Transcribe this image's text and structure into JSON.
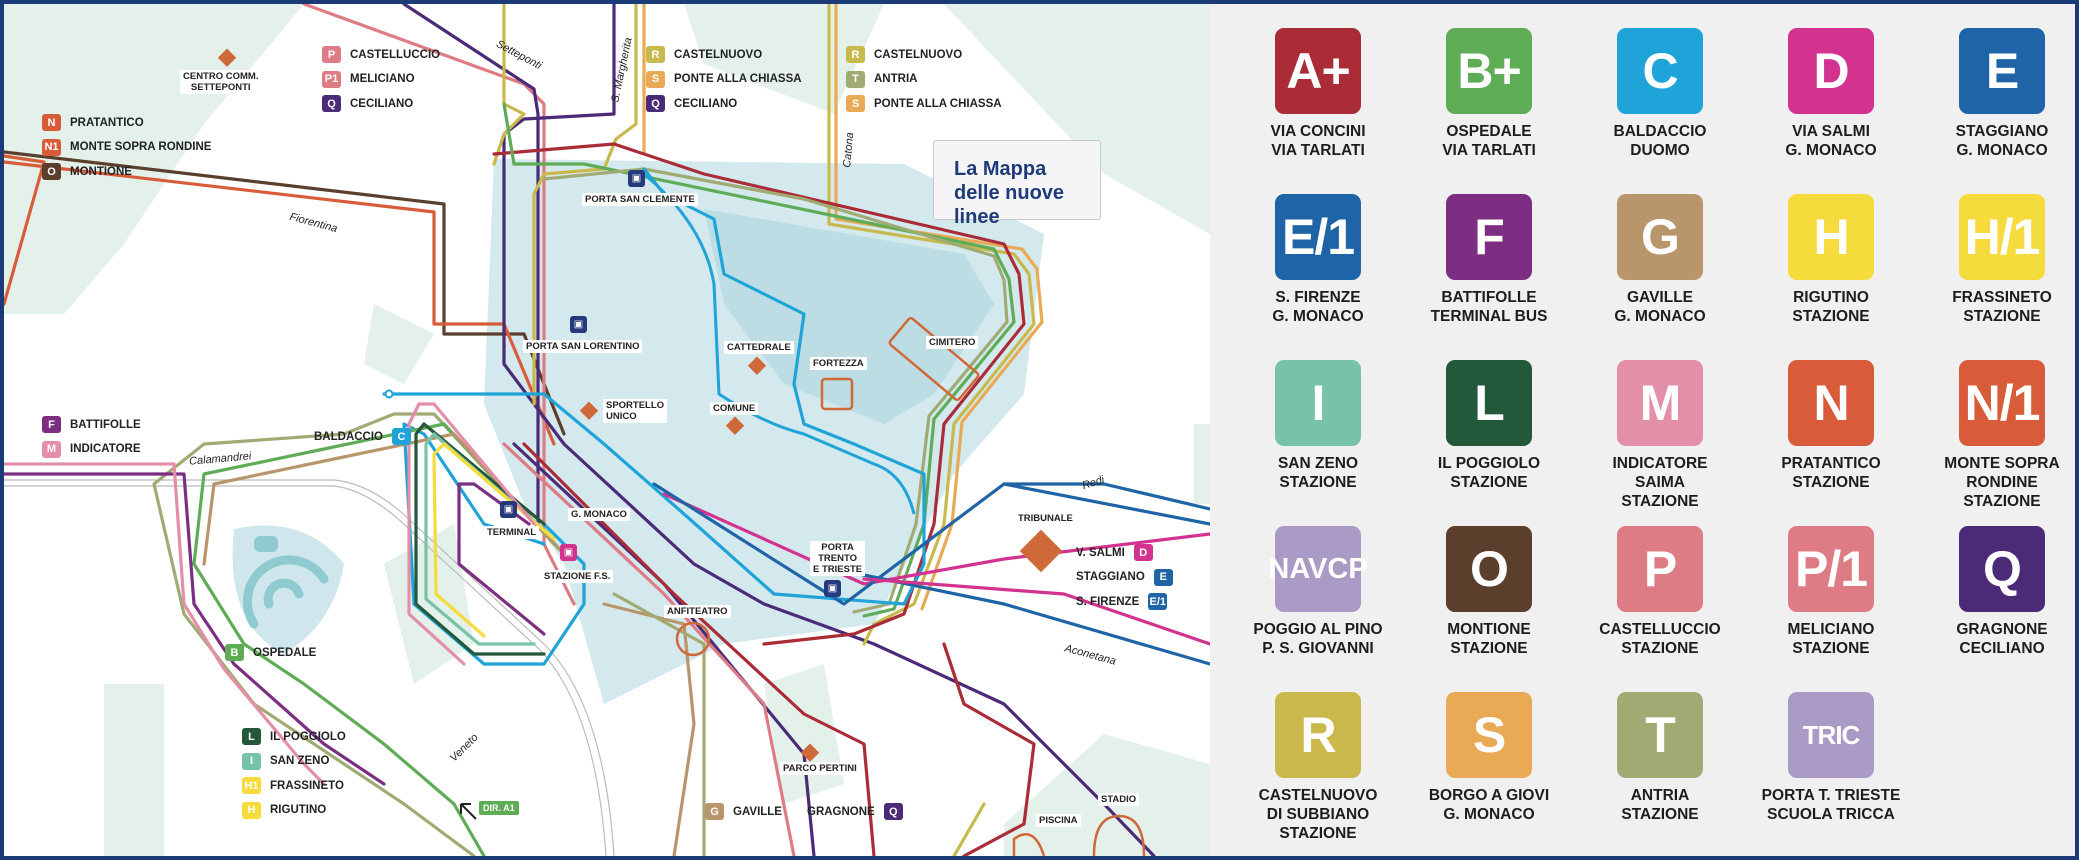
{
  "map": {
    "title_line1": "La Mappa",
    "title_line2": "delle nuove linee",
    "streets": [
      "Setteponti",
      "S. Margherita",
      "Catona",
      "Fiorentina",
      "Calamandrei",
      "Redi",
      "Aconetana",
      "Veneto"
    ],
    "places": {
      "centro_comm": "CENTRO COMM.\nSETTEPONTI",
      "porta_san_clemente": "PORTA SAN CLEMENTE",
      "porta_san_lorentino": "PORTA SAN LORENTINO",
      "cattedrale": "CATTEDRALE",
      "fortezza": "FORTEZZA",
      "cimitero": "CIMITERO",
      "sportello": "SPORTELLO\nUNICO",
      "comune": "COMUNE",
      "g_monaco": "G. MONACO",
      "terminal": "TERMINAL",
      "stazione_fs": "STAZIONE F.S.",
      "porta_trento": "PORTA\nTRENTO\nE TRIESTE",
      "tribunale": "TRIBUNALE",
      "anfiteatro": "ANFITEATRO",
      "parco_pertini": "PARCO PERTINI",
      "piscina": "PISCINA",
      "stadio": "STADIO",
      "baldaccio": "BALDACCIO",
      "ospedale": "OSPEDALE",
      "dir_a1": "DIR. A1"
    },
    "keys": {
      "k1": [
        {
          "code": "P",
          "label": "CASTELLUCCIO",
          "color": "#dd7c85"
        },
        {
          "code": "P1",
          "label": "MELICIANO",
          "color": "#dd7c85"
        },
        {
          "code": "Q",
          "label": "CECILIANO",
          "color": "#4b2a77"
        }
      ],
      "k2": [
        {
          "code": "R",
          "label": "CASTELNUOVO",
          "color": "#c9b94c"
        },
        {
          "code": "S",
          "label": "PONTE ALLA CHIASSA",
          "color": "#e8aa55"
        },
        {
          "code": "Q",
          "label": "CECILIANO",
          "color": "#4b2a77"
        }
      ],
      "k3": [
        {
          "code": "R",
          "label": "CASTELNUOVO",
          "color": "#c9b94c"
        },
        {
          "code": "T",
          "label": "ANTRIA",
          "color": "#a0ab74"
        },
        {
          "code": "S",
          "label": "PONTE ALLA CHIASSA",
          "color": "#e8aa55"
        }
      ],
      "k4": [
        {
          "code": "N",
          "label": "PRATANTICO",
          "color": "#d95c3a"
        },
        {
          "code": "N1",
          "label": "MONTE SOPRA RONDINE",
          "color": "#d95c3a"
        },
        {
          "code": "O",
          "label": "MONTIONE",
          "color": "#5b3f2c"
        }
      ],
      "k5": [
        {
          "code": "F",
          "label": "BATTIFOLLE",
          "color": "#7c2f82"
        },
        {
          "code": "M",
          "label": "INDICATORE",
          "color": "#e48fa8"
        }
      ],
      "k6": [
        {
          "code": "L",
          "label": "IL POGGIOLO",
          "color": "#23583a"
        },
        {
          "code": "I",
          "label": "SAN ZENO",
          "color": "#77c3a8"
        },
        {
          "code": "H1",
          "label": "FRASSINETO",
          "color": "#f5db3b"
        },
        {
          "code": "H",
          "label": "RIGUTINO",
          "color": "#f5db3b"
        }
      ],
      "k7": [
        {
          "code": "D",
          "label": "V. SALMI",
          "color": "#d2338f"
        },
        {
          "code": "E",
          "label": "STAGGIANO",
          "color": "#1e64a6"
        },
        {
          "code": "E/1",
          "label": "S. FIRENZE",
          "color": "#1e64a6"
        }
      ],
      "baldaccio": {
        "code": "C",
        "color": "#1fa3d8"
      },
      "ospedale": {
        "code": "B",
        "color": "#5fac57"
      },
      "gaville": {
        "code": "G",
        "label": "GAVILLE",
        "color": "#b9956c"
      },
      "gragnone": {
        "code": "Q",
        "label": "GRAGNONE",
        "color": "#4b2a77"
      }
    }
  },
  "legend": [
    {
      "code": "A+",
      "label": "VIA CONCINI\nVIA TARLATI",
      "color": "#a92c37"
    },
    {
      "code": "B+",
      "label": "OSPEDALE\nVIA TARLATI",
      "color": "#5fac57"
    },
    {
      "code": "C",
      "label": "BALDACCIO\nDUOMO",
      "color": "#1fa3d8"
    },
    {
      "code": "D",
      "label": "VIA SALMI\nG. MONACO",
      "color": "#d2338f"
    },
    {
      "code": "E",
      "label": "STAGGIANO\nG. MONACO",
      "color": "#1e64a6"
    },
    {
      "code": "E/1",
      "label": "S. FIRENZE\nG. MONACO",
      "color": "#1e64a6"
    },
    {
      "code": "F",
      "label": "BATTIFOLLE\nTERMINAL BUS",
      "color": "#7c2f82"
    },
    {
      "code": "G",
      "label": "GAVILLE\nG. MONACO",
      "color": "#b9956c"
    },
    {
      "code": "H",
      "label": "RIGUTINO\nSTAZIONE",
      "color": "#f5db3b"
    },
    {
      "code": "H/1",
      "label": "FRASSINETO\nSTAZIONE",
      "color": "#f5db3b"
    },
    {
      "code": "I",
      "label": "SAN ZENO\nSTAZIONE",
      "color": "#77c3a8"
    },
    {
      "code": "L",
      "label": "IL POGGIOLO\nSTAZIONE",
      "color": "#23583a"
    },
    {
      "code": "M",
      "label": "INDICATORE\nSAIMA\nSTAZIONE",
      "color": "#e48fa8"
    },
    {
      "code": "N",
      "label": "PRATANTICO\nSTAZIONE",
      "color": "#d95c3a"
    },
    {
      "code": "N/1",
      "label": "MONTE SOPRA\nRONDINE\nSTAZIONE",
      "color": "#d95c3a"
    },
    {
      "code": "NAVCP",
      "label": "POGGIO AL PINO\nP. S. GIOVANNI",
      "color": "#a99ac6"
    },
    {
      "code": "O",
      "label": "MONTIONE\nSTAZIONE",
      "color": "#5b3f2c"
    },
    {
      "code": "P",
      "label": "CASTELLUCCIO\nSTAZIONE",
      "color": "#dd7c85"
    },
    {
      "code": "P/1",
      "label": "MELICIANO\nSTAZIONE",
      "color": "#dd7c85"
    },
    {
      "code": "Q",
      "label": "GRAGNONE\nCECILIANO",
      "color": "#4b2a77"
    },
    {
      "code": "R",
      "label": "CASTELNUOVO\nDI SUBBIANO\nSTAZIONE",
      "color": "#c9b94c"
    },
    {
      "code": "S",
      "label": "BORGO A GIOVI\nG. MONACO",
      "color": "#e8aa55"
    },
    {
      "code": "T",
      "label": "ANTRIA\nSTAZIONE",
      "color": "#a0ab74"
    },
    {
      "code": "TRIC",
      "label": "PORTA T. TRIESTE\nSCUOLA TRICCA",
      "color": "#a99ac6"
    }
  ]
}
